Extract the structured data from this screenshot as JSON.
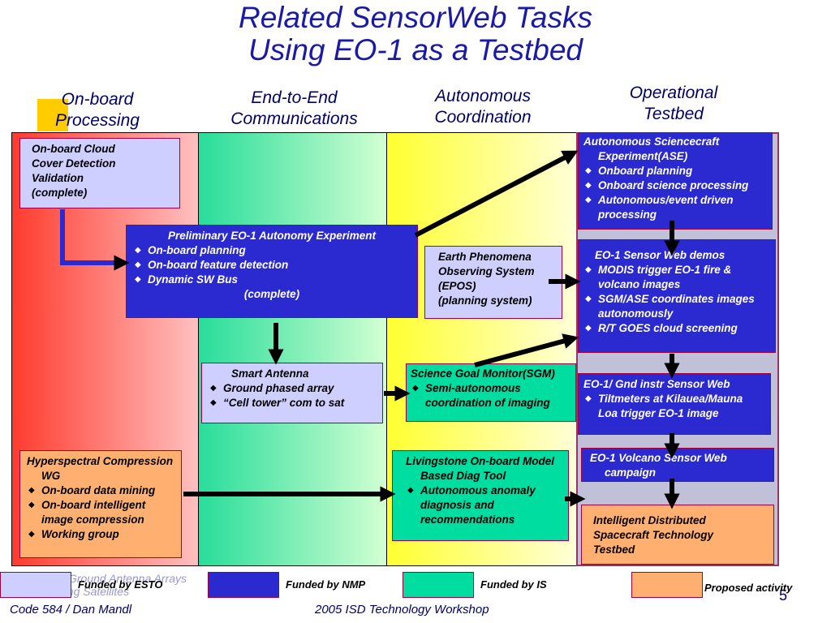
{
  "title": {
    "line1": "Related SensorWeb Tasks",
    "line2": "Using EO-1 as a Testbed"
  },
  "columns": {
    "c1": {
      "l1": "On-board",
      "l2": "Processing"
    },
    "c2": {
      "l1": "End-to-End",
      "l2": "Communications"
    },
    "c3": {
      "l1": "Autonomous",
      "l2": "Coordination"
    },
    "c4": {
      "l1": "Operational",
      "l2": "Testbed"
    }
  },
  "boxes": {
    "cloud": {
      "lines": [
        "On-board Cloud",
        "Cover Detection",
        "Validation",
        "(complete)"
      ]
    },
    "pre": {
      "title": "Preliminary EO-1 Autonomy Experiment",
      "items": [
        "On-board planning",
        "On-board feature detection",
        "Dynamic SW Bus"
      ],
      "note": "(complete)"
    },
    "epos": {
      "lines": [
        "Earth Phenomena",
        "Observing System",
        "(EPOS)",
        "(planning system)"
      ]
    },
    "smart": {
      "title": "Smart Antenna",
      "items": [
        "Ground phased array",
        "“Cell tower” com to sat"
      ]
    },
    "sgm": {
      "title": "Science Goal Monitor(SGM)",
      "items": [
        "Semi-autonomous coordination of imaging"
      ]
    },
    "hyper": {
      "title": "Hyperspectral Compression WG",
      "items": [
        "On-board data mining",
        "On-board intelligent image compression",
        "Working group"
      ]
    },
    "living": {
      "title": "Livingstone On-board Model Based Diag Tool",
      "items": [
        "Autonomous anomaly diagnosis and recommendations"
      ]
    },
    "ase": {
      "title": "Autonomous Sciencecraft Experiment(ASE)",
      "items": [
        "Onboard planning",
        "Onboard science processing",
        "Autonomous/event driven processing"
      ]
    },
    "demos": {
      "title": "EO-1 Sensor Web demos",
      "items": [
        "MODIS trigger EO-1 fire & volcano images",
        "SGM/ASE coordinates images autonomously",
        "R/T GOES cloud screening"
      ]
    },
    "gnd": {
      "title": "EO-1/ Gnd instr Sensor Web",
      "items": [
        "Tiltmeters at Kilauea/Mauna Loa trigger EO-1 image"
      ]
    },
    "volcano": {
      "title": "EO-1 Volcano Sensor Web campaign"
    },
    "idst": {
      "lines": [
        "Intelligent Distributed",
        "Spacecraft Technology",
        "Testbed"
      ]
    }
  },
  "legend": {
    "esto": "Funded by ESTO",
    "nmp": "Funded by NMP",
    "is": "Funded by IS",
    "proposed": "Proposed activity"
  },
  "faint_text": {
    "l1": "Ground Antenna Arrays",
    "l2": "Earth Orbiting Satellites"
  },
  "footer": {
    "left": "Code 584 / Dan Mandl",
    "center": "2005 ISD Technology Workshop",
    "page": "5"
  },
  "colors": {
    "title": "#1a1aa6",
    "nmp": "#2a2ad0",
    "is": "#00dda0",
    "esto": "#cfcfff",
    "proposed": "#ffb070"
  }
}
